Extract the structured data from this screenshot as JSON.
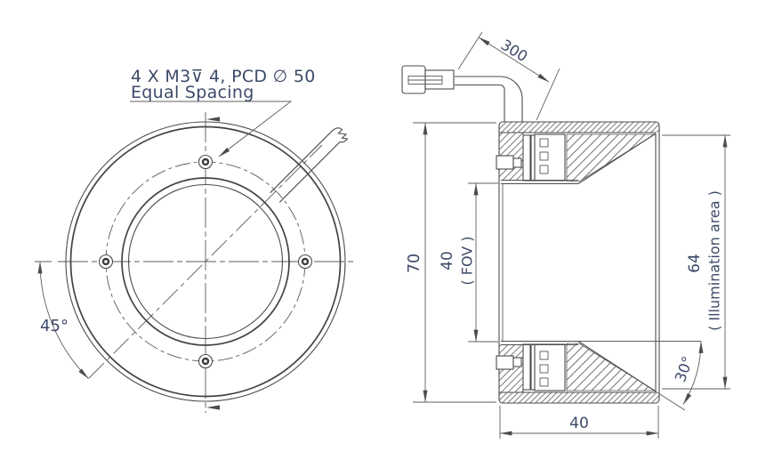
{
  "front_view": {
    "callout": {
      "line1": "4 X M3⊽ 4, PCD ∅ 50",
      "line2": "Equal Spacing"
    },
    "angle_dim": "45°"
  },
  "side_view": {
    "cable_length_dim": "300",
    "outer_diameter_dim": "70",
    "fov_dim": "40",
    "fov_note": "( FOV )",
    "illumination_dim": "64",
    "illumination_note": "( Illumination area )",
    "emission_angle_dim": "30°",
    "body_depth_dim": "40"
  },
  "colors": {
    "line": "#4c4c4c",
    "dim_text": "#3d4a68",
    "background": "#ffffff"
  }
}
